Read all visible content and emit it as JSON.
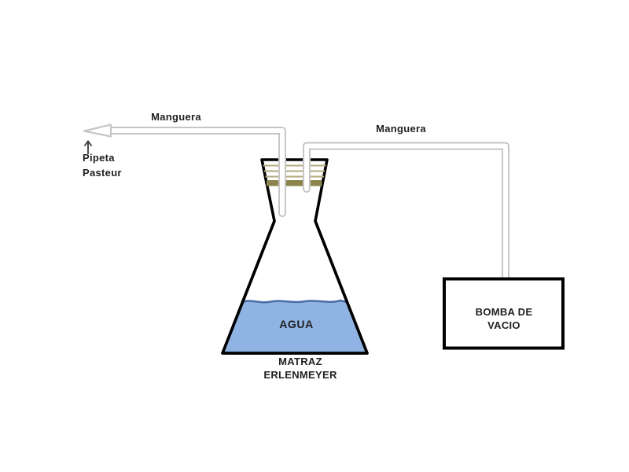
{
  "diagram": {
    "labels": {
      "manguera_left": "Manguera",
      "manguera_right": "Manguera",
      "pipeta_line1": "Pipeta",
      "pipeta_line2": "Pasteur",
      "agua": "AGUA",
      "matraz_line1": "MATRAZ",
      "matraz_line2": "ERLENMEYER",
      "bomba_line1": "BOMBA DE",
      "bomba_line2": "VACIO"
    },
    "colors": {
      "background": "#ffffff",
      "flask_outline": "#000000",
      "flask_fill": "#ffffff",
      "water_fill": "#8fb3e3",
      "water_border": "#4a6da8",
      "stopper_band": "#8c844c",
      "stopper_line": "#b3aa7d",
      "tube": "#c6c6c6",
      "tube_inner": "#ffffff",
      "pump_box_fill": "#ffffff",
      "pump_box_border": "#000000",
      "text": "#1f1f1f",
      "arrow": "#3a3a3a"
    }
  }
}
